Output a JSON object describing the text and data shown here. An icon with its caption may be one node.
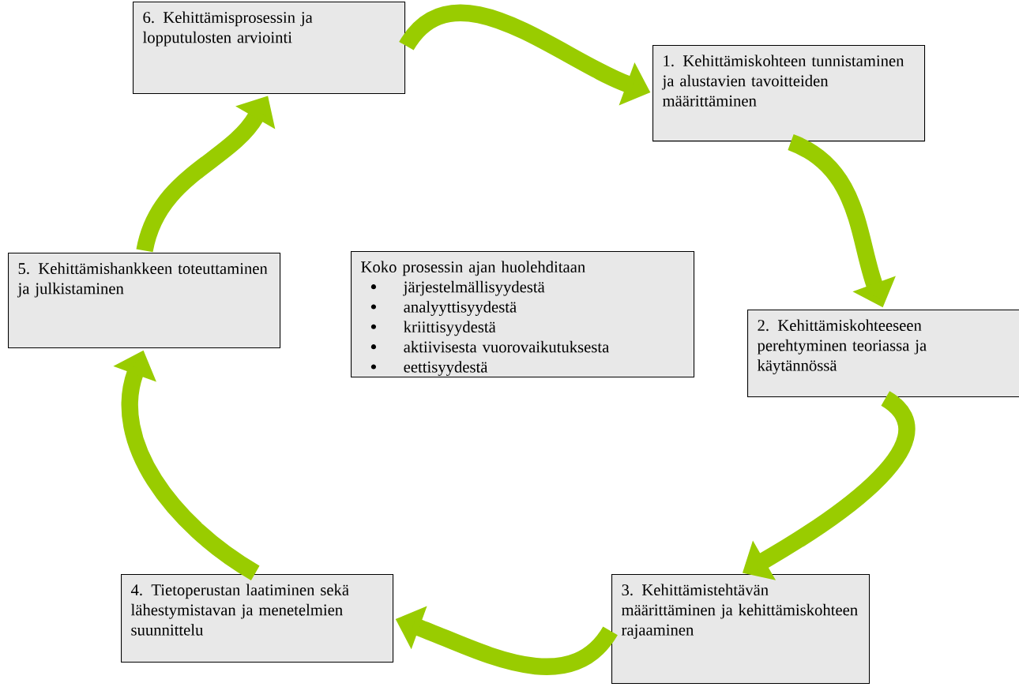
{
  "diagram": {
    "nodes": [
      {
        "text": [
          "6. Kehittämisprosessin ja lopputulosten arviointi"
        ]
      },
      {
        "text": [
          "1. Kehittämiskohteen tunnistaminen ja alustavien tavoitteiden määrittäminen"
        ]
      },
      {
        "text": [
          "5. Kehittämishankkeen toteuttaminen ja julkistaminen"
        ]
      },
      {
        "text": [
          "Koko prosessin ajan huolehditaan",
          "järjestelmällisyydestä",
          "analyyttisyydestä",
          "kriittisyydestä",
          "aktiivisesta vuorovaikutuksesta",
          "eettisyydestä"
        ]
      },
      {
        "text": [
          "2. Kehittämiskohteeseen perehtyminen teoriassa ja käytännössä"
        ]
      },
      {
        "text": [
          "4. Tietoperustan laatiminen sekä lähestymistavan ja menetelmien suunnittelu"
        ]
      },
      {
        "text": [
          "3. Kehittämistehtävän määrittäminen ja kehittämiskohteen rajaaminen"
        ]
      }
    ],
    "edges": [
      {
        "from": 0,
        "to": 1,
        "arrow": "to"
      },
      {
        "from": 1,
        "to": 4,
        "arrow": "to"
      },
      {
        "from": 4,
        "to": 6,
        "arrow": "to"
      },
      {
        "from": 6,
        "to": 5,
        "arrow": "to"
      },
      {
        "from": 5,
        "to": 2,
        "arrow": "to"
      },
      {
        "from": 2,
        "to": 0,
        "arrow": "to"
      }
    ]
  }
}
